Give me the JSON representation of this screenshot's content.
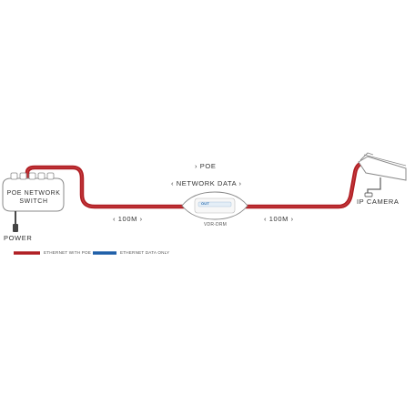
{
  "labels": {
    "poe": "› POE",
    "network_data": "‹ NETWORK DATA ›",
    "distance_left": "‹ 100M ›",
    "distance_right": "‹ 100M ›",
    "switch_line1": "POE NETWORK",
    "switch_line2": "SWITCH",
    "power": "POWER",
    "camera": "IP CAMERA",
    "extender_model": "VDR-DRM",
    "extender_brand": "OUT"
  },
  "legend": [
    {
      "label": "ETHERNET WITH POE",
      "color": "#b01e23"
    },
    {
      "label": "ETHERNET DATA ONLY",
      "color": "#1f5fa8"
    }
  ],
  "colors": {
    "poe_cable": "#b01e23",
    "device_outline": "#8a8a8a"
  }
}
